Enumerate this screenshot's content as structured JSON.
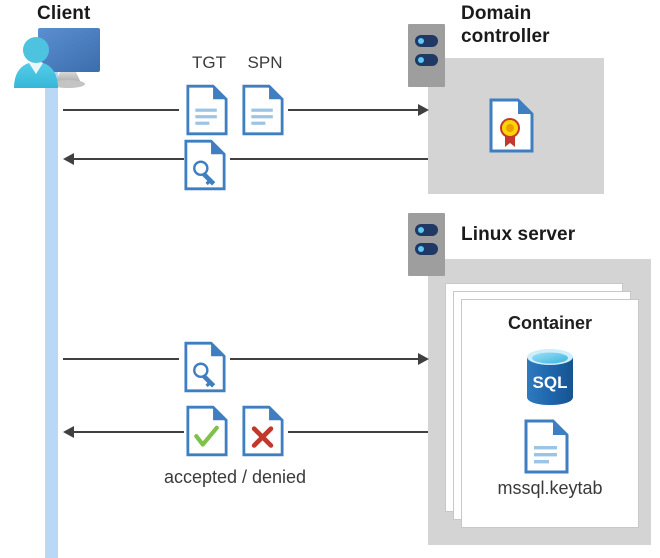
{
  "diagram": {
    "title_client": "Client",
    "title_domain_controller": "Domain\ncontroller",
    "domain_controller_line1": "Domain",
    "domain_controller_line2": "controller",
    "title_linux_server": "Linux server",
    "title_container": "Container",
    "keytab_label": "mssql.keytab",
    "sql_label": "SQL",
    "result_caption": "accepted / denied",
    "message_labels": [
      "TGT",
      "SPN"
    ],
    "icons": {
      "client": "client-workstation-icon",
      "server": "server-rack-icon",
      "certificate": "certificate-document-icon",
      "ticket": "key-document-icon",
      "document": "text-document-icon",
      "accepted": "check-document-icon",
      "denied": "cross-document-icon",
      "database": "sql-database-icon"
    },
    "colors": {
      "accent_blue": "#3f7fc1",
      "doc_fold": "#3f7fc1",
      "doc_line": "#9cc4e4",
      "lifeline": "#b8d8f5",
      "panel_gray": "#d4d4d4",
      "rack_gray": "#9e9e9e",
      "rack_bar": "#1f3864",
      "rack_dot": "#5bc8f5",
      "arrow": "#404040",
      "check_green": "#7ec24a",
      "cross_red": "#c0392b",
      "seal_gold": "#ffd400",
      "seal_ribbon": "#c0392b",
      "sql_blue": "#1f6cb0",
      "monitor_blue": "#4a7ebb",
      "person_cyan": "#4ec3e0"
    },
    "flows": [
      {
        "name": "request-tgt-spn",
        "direction": "right",
        "label": "TGT / SPN request"
      },
      {
        "name": "issue-service-ticket",
        "direction": "left",
        "label": "service ticket"
      },
      {
        "name": "present-ticket",
        "direction": "right",
        "label": "present ticket"
      },
      {
        "name": "auth-result",
        "direction": "left",
        "label": "accepted / denied"
      }
    ]
  }
}
